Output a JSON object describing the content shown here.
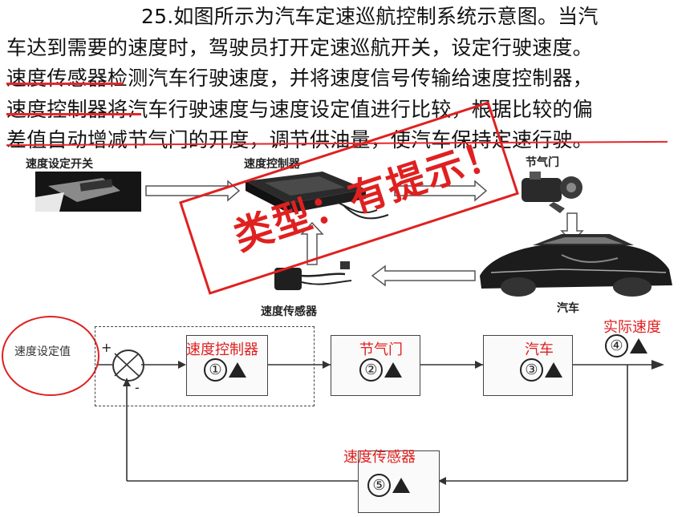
{
  "question": {
    "lines": [
      "25.如图所示为汽车定速巡航控制系统示意图。当汽",
      "车达到需要的速度时，驾驶员打开定速巡航开关，设定行驶速度。",
      "速度传感器检测汽车行驶速度，并将速度信号传输给速度控制器，",
      "速度控制器将汽车行驶速度与速度设定值进行比较，根据比较的偏",
      "差值自动增减节气门的开度，调节供油量，使汽车保持定速行驶。"
    ]
  },
  "photo_diagram": {
    "switch_label": "速度设定开关",
    "controller_label": "速度控制器",
    "throttle_label": "节气门",
    "sensor_label": "速度传感器",
    "car_label": "汽车"
  },
  "stamp": {
    "text": "类型：有提示！",
    "color": "#e02020"
  },
  "block_diagram": {
    "input_label": "速度设定值",
    "plus_sign": "+",
    "minus_sign": "-",
    "output_label": "实际速度",
    "blocks": [
      {
        "label": "速度控制器",
        "number": "①"
      },
      {
        "label": "节气门",
        "number": "②"
      },
      {
        "label": "汽车",
        "number": "③"
      },
      {
        "label": "速度传感器",
        "number": "⑤"
      }
    ],
    "output_number": "④"
  },
  "colors": {
    "accent": "#e02020",
    "text": "#111111",
    "line": "#333333"
  }
}
